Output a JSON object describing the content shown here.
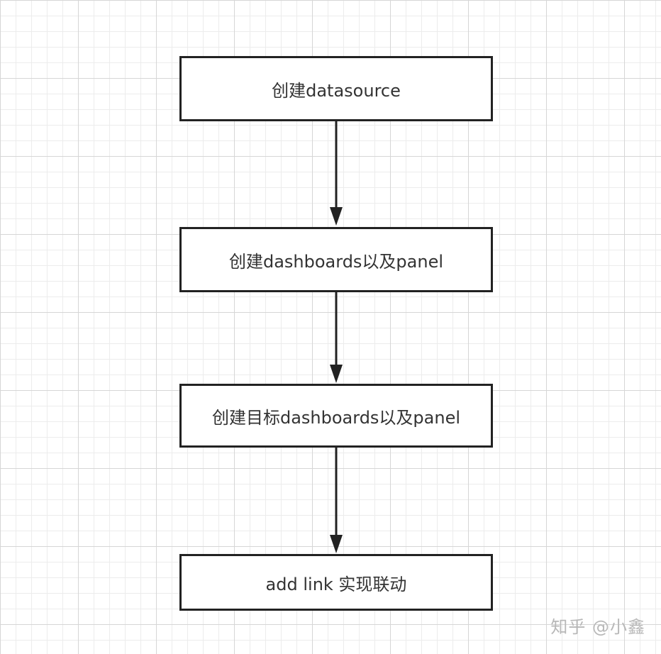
{
  "diagram": {
    "nodes": [
      {
        "id": "n1",
        "label": "创建datasource"
      },
      {
        "id": "n2",
        "label": "创建dashboards以及panel"
      },
      {
        "id": "n3",
        "label": "创建目标dashboards以及panel"
      },
      {
        "id": "n4",
        "label": "add link 实现联动"
      }
    ],
    "edges": [
      {
        "from": "n1",
        "to": "n2"
      },
      {
        "from": "n2",
        "to": "n3"
      },
      {
        "from": "n3",
        "to": "n4"
      }
    ]
  },
  "watermark": {
    "text": "知乎 @小鑫"
  },
  "colors": {
    "box_border": "#222222",
    "text": "#333333",
    "arrow": "#222222",
    "grid": "#d6d6d6",
    "watermark": "#b8b8b8"
  }
}
